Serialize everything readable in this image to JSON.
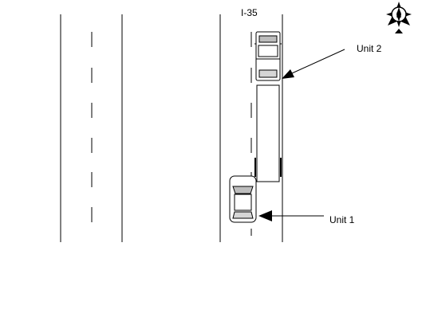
{
  "diagram": {
    "road_label": "I-35",
    "unit1_label": "Unit 1",
    "unit2_label": "Unit 2",
    "compass_letter": "N"
  }
}
